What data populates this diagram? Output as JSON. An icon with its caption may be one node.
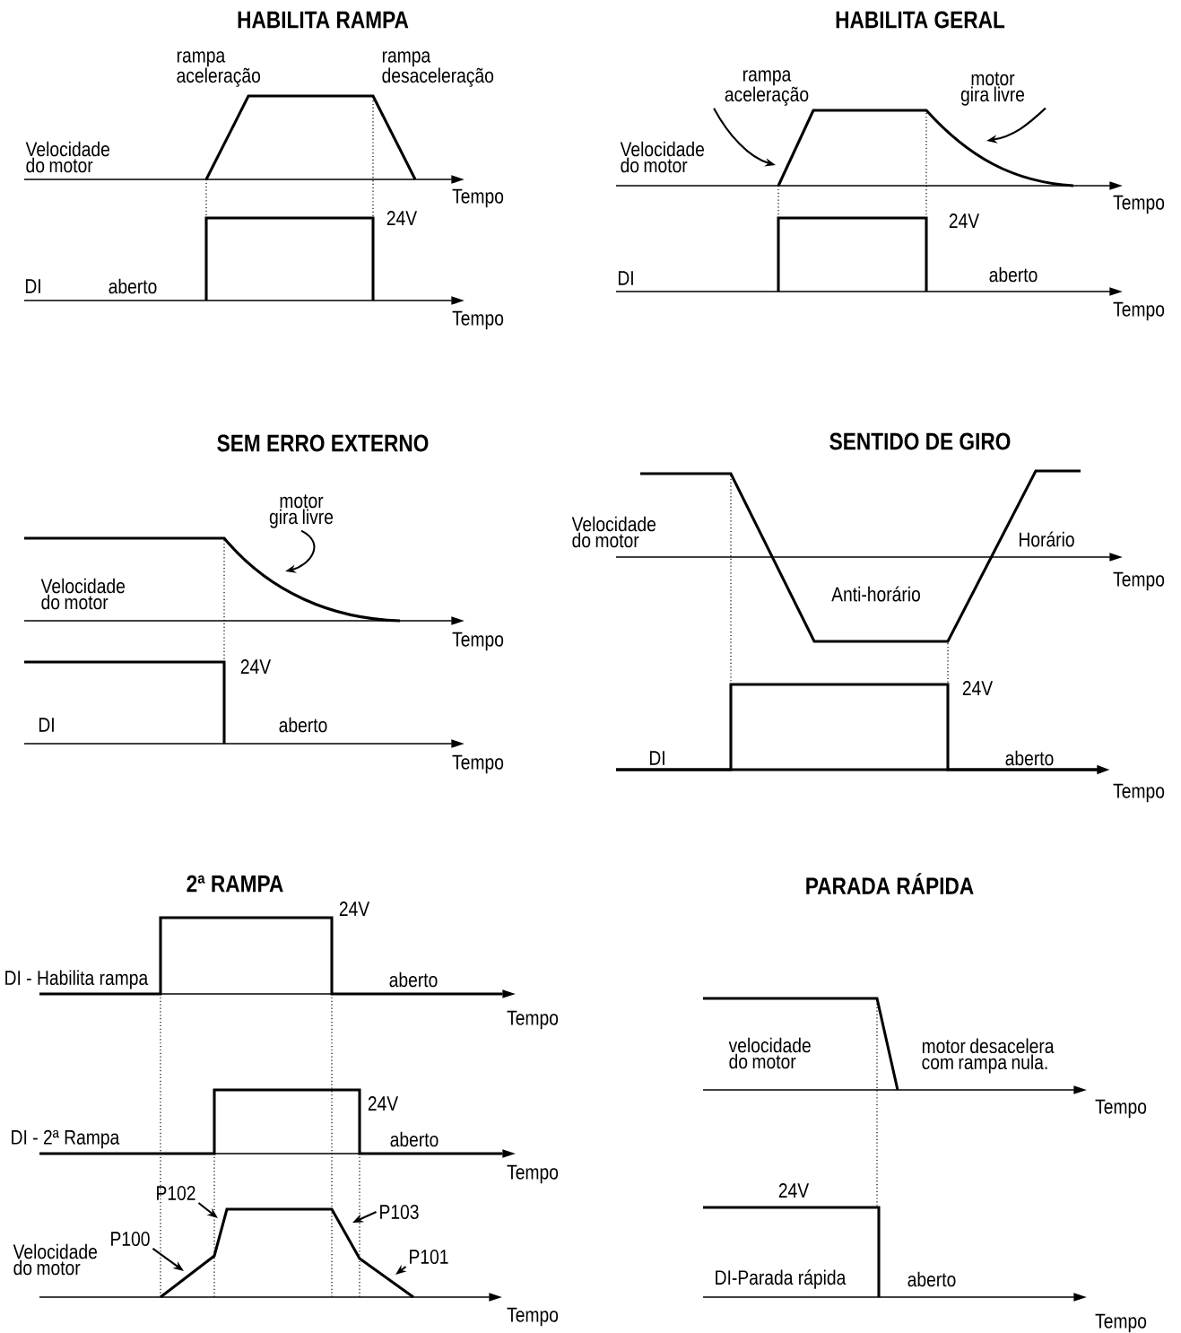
{
  "diagram": {
    "nodes": [
      {
        "text": [
          "rampa aceleração"
        ]
      },
      {
        "text": [
          "motor gira livre"
        ]
      },
      {
        "text": [
          "motor gira livre"
        ]
      },
      {
        "text": [
          "P102"
        ]
      },
      {
        "text": [
          "P103"
        ]
      },
      {
        "text": [
          "P100"
        ]
      },
      {
        "text": [
          "P101"
        ]
      },
      {
        "text": [],
        "shape": "curve"
      },
      {
        "text": [],
        "shape": "curve"
      },
      {
        "text": [],
        "shape": "curve"
      }
    ],
    "edges": [
      {
        "from": 0,
        "to": 7,
        "arrow": "to"
      },
      {
        "from": 1,
        "to": 7,
        "arrow": "to"
      },
      {
        "from": 2,
        "to": 8,
        "arrow": "to"
      },
      {
        "from": 3,
        "to": 9,
        "arrow": "to"
      },
      {
        "from": 4,
        "to": 9,
        "arrow": "to"
      },
      {
        "from": 5,
        "to": 9,
        "arrow": "to"
      },
      {
        "from": 6,
        "to": 9,
        "arrow": "to"
      }
    ],
    "labels": [
      "HABILITA RAMPA",
      "rampa aceleração",
      "rampa desaceleração",
      "Velocidade do motor",
      "Tempo",
      "24V",
      "DI",
      "aberto",
      "Tempo",
      "HABILITA GERAL",
      "Velocidade do motor",
      "Tempo",
      "24V",
      "DI",
      "aberto",
      "Tempo",
      "SEM ERRO EXTERNO",
      "Velocidade do motor",
      "Tempo",
      "24V",
      "DI",
      "aberto",
      "Tempo",
      "SENTIDO DE GIRO",
      "Velocidade do motor",
      "Horário",
      "Tempo",
      "Anti-horário",
      "24V",
      "DI",
      "aberto",
      "Tempo",
      "2ª RAMPA",
      "24V",
      "DI - Habilita rampa",
      "aberto",
      "Tempo",
      "24V",
      "DI - 2ª Rampa",
      "aberto",
      "Tempo",
      "Velocidade do motor",
      "Tempo",
      "PARADA RÁPIDA",
      "velocidade do motor",
      "motor desacelera com rampa nula.",
      "Tempo",
      "24V",
      "DI-Parada rápida",
      "aberto",
      "Tempo"
    ]
  }
}
